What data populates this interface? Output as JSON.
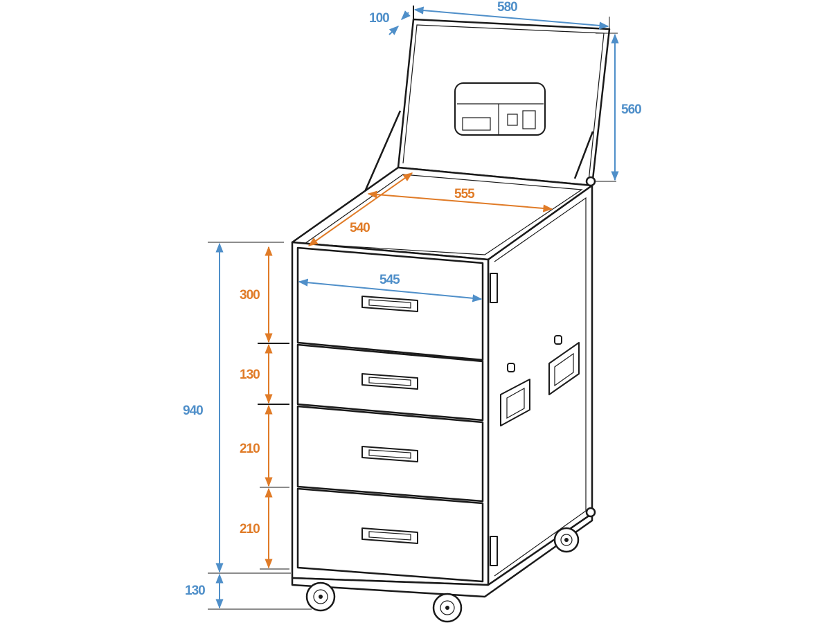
{
  "title": "Drawer case dimension drawing",
  "colors": {
    "blue": "#4f8fc9",
    "orange": "#e07b27",
    "line": "#1a1a1a"
  },
  "dimensions": {
    "lid_depth": "100",
    "lid_width": "580",
    "lid_height": "560",
    "inner_width": "555",
    "inner_depth": "540",
    "front_width": "545",
    "drawer_1_height": "300",
    "drawer_2_height": "130",
    "drawer_3_height": "210",
    "drawer_4_height": "210",
    "body_height": "940",
    "wheel_height": "130"
  }
}
